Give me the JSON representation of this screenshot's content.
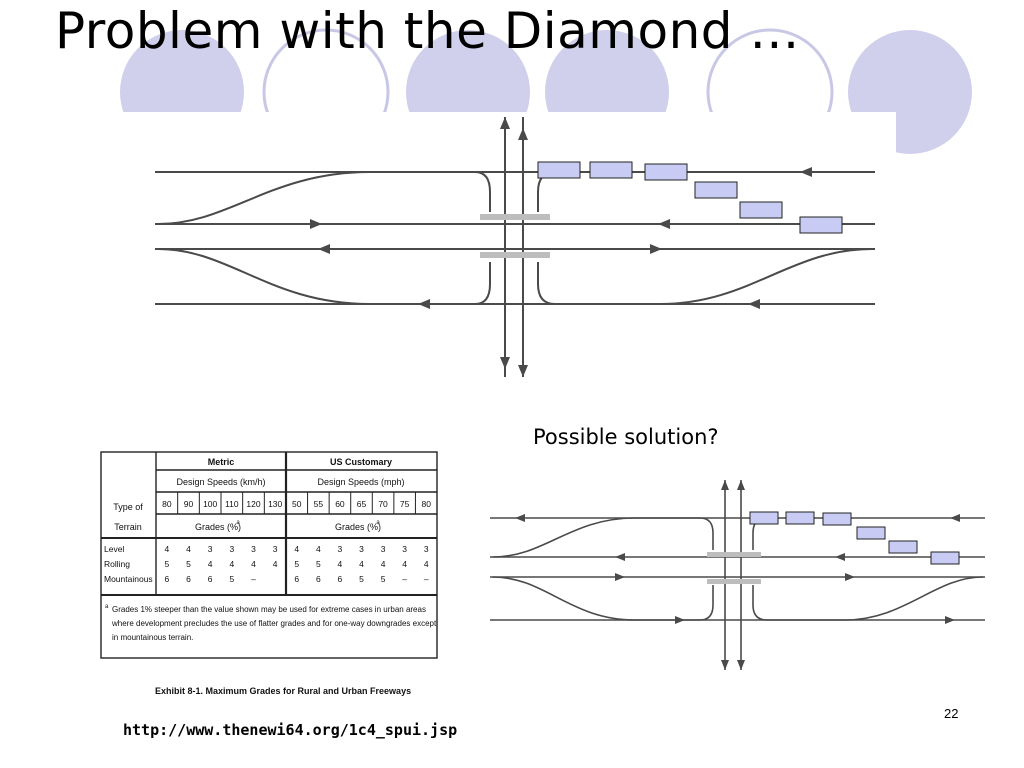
{
  "slide": {
    "title": "Problem with the Diamond …",
    "caption": "Possible solution?",
    "page_number": "22",
    "url": "http://www.thenewi64.org/1c4_spui.jsp"
  },
  "colors": {
    "circle_fill": "#d0d0ec",
    "circle_stroke": "#c8c8e6",
    "queue_box": "#c8ccf4",
    "road_line": "#4a4a4a"
  },
  "exhibit": {
    "header_metric": "Metric",
    "header_us": "US Customary",
    "speeds_metric_label": "Design Speeds (km/h)",
    "speeds_us_label": "Design Speeds (mph)",
    "type_of": "Type of",
    "terrain": "Terrain",
    "grades_label": "Grades (%)",
    "grades_sup": "a",
    "metric_speeds": [
      "80",
      "90",
      "100",
      "110",
      "120",
      "130"
    ],
    "us_speeds": [
      "50",
      "55",
      "60",
      "65",
      "70",
      "75",
      "80"
    ],
    "rows": [
      {
        "name": "Level",
        "metric": [
          "4",
          "4",
          "3",
          "3",
          "3",
          "3"
        ],
        "us": [
          "4",
          "4",
          "3",
          "3",
          "3",
          "3",
          "3"
        ]
      },
      {
        "name": "Rolling",
        "metric": [
          "5",
          "5",
          "4",
          "4",
          "4",
          "4"
        ],
        "us": [
          "5",
          "5",
          "4",
          "4",
          "4",
          "4",
          "4"
        ]
      },
      {
        "name": "Mountainous",
        "metric": [
          "6",
          "6",
          "6",
          "5",
          "–",
          ""
        ],
        "us": [
          "6",
          "6",
          "6",
          "5",
          "5",
          "–",
          "–"
        ]
      }
    ],
    "footnote_mark": "a",
    "footnote_lines": [
      "Grades 1% steeper than the value shown may be used for extreme cases in urban areas",
      "where development precludes the use of flatter grades and for one-way downgrades except",
      "in mountainous terrain."
    ],
    "caption": "Exhibit 8-1.  Maximum Grades for Rural and Urban Freeways"
  }
}
